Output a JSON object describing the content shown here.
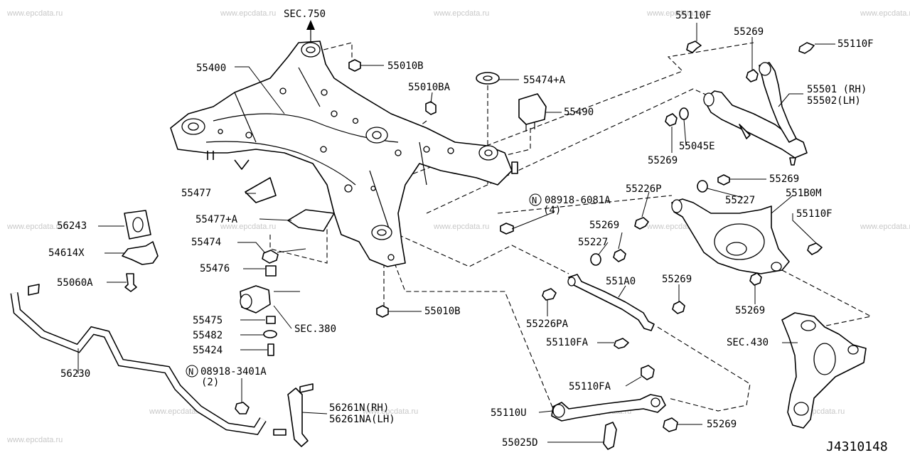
{
  "watermark": "www.epcdata.ru",
  "diagram_code": "J4310148",
  "labels": {
    "sec750": "SEC.750",
    "p55400": "55400",
    "p55010b_top": "55010B",
    "p55474a": "55474+A",
    "p55010ba": "55010BA",
    "p55490": "55490",
    "p55477": "55477",
    "p55477a": "55477+A",
    "p56243": "56243",
    "p54614x": "54614X",
    "p55474": "55474",
    "p55476": "55476",
    "p55060a": "55060A",
    "p55475": "55475",
    "sec380": "SEC.380",
    "p55482": "55482",
    "p55424": "55424",
    "p55010b_bot": "55010B",
    "p56230": "56230",
    "n_circle_a": "N",
    "n08918_3401a": "08918-3401A",
    "qty2": "(2)",
    "p56261n": "56261N(RH)",
    "p56261na": "56261NA(LH)",
    "p55110f_top": "55110F",
    "p55269_top": "55269",
    "p55110f_right": "55110F",
    "p55501": "55501 (RH)",
    "p55502": "55502(LH)",
    "p55269_a": "55269",
    "p55045e": "55045E",
    "n_circle_b": "N",
    "n08918_6081a": "08918-6081A",
    "qty4": "(4)",
    "p55226p": "55226P",
    "p55269_b": "55269",
    "p55227_a": "55227",
    "p551b0m": "551B0M",
    "p55269_c": "55269",
    "p55227_b": "55227",
    "p55110f_mid": "55110F",
    "p551a0": "551A0",
    "p55269_d": "55269",
    "p55226pa": "55226PA",
    "p55269_e": "55269",
    "p55110fa_a": "55110FA",
    "sec430": "SEC.430",
    "p55110fa_b": "55110FA",
    "p55110u": "55110U",
    "p55269_f": "55269",
    "p55025d": "55025D"
  }
}
